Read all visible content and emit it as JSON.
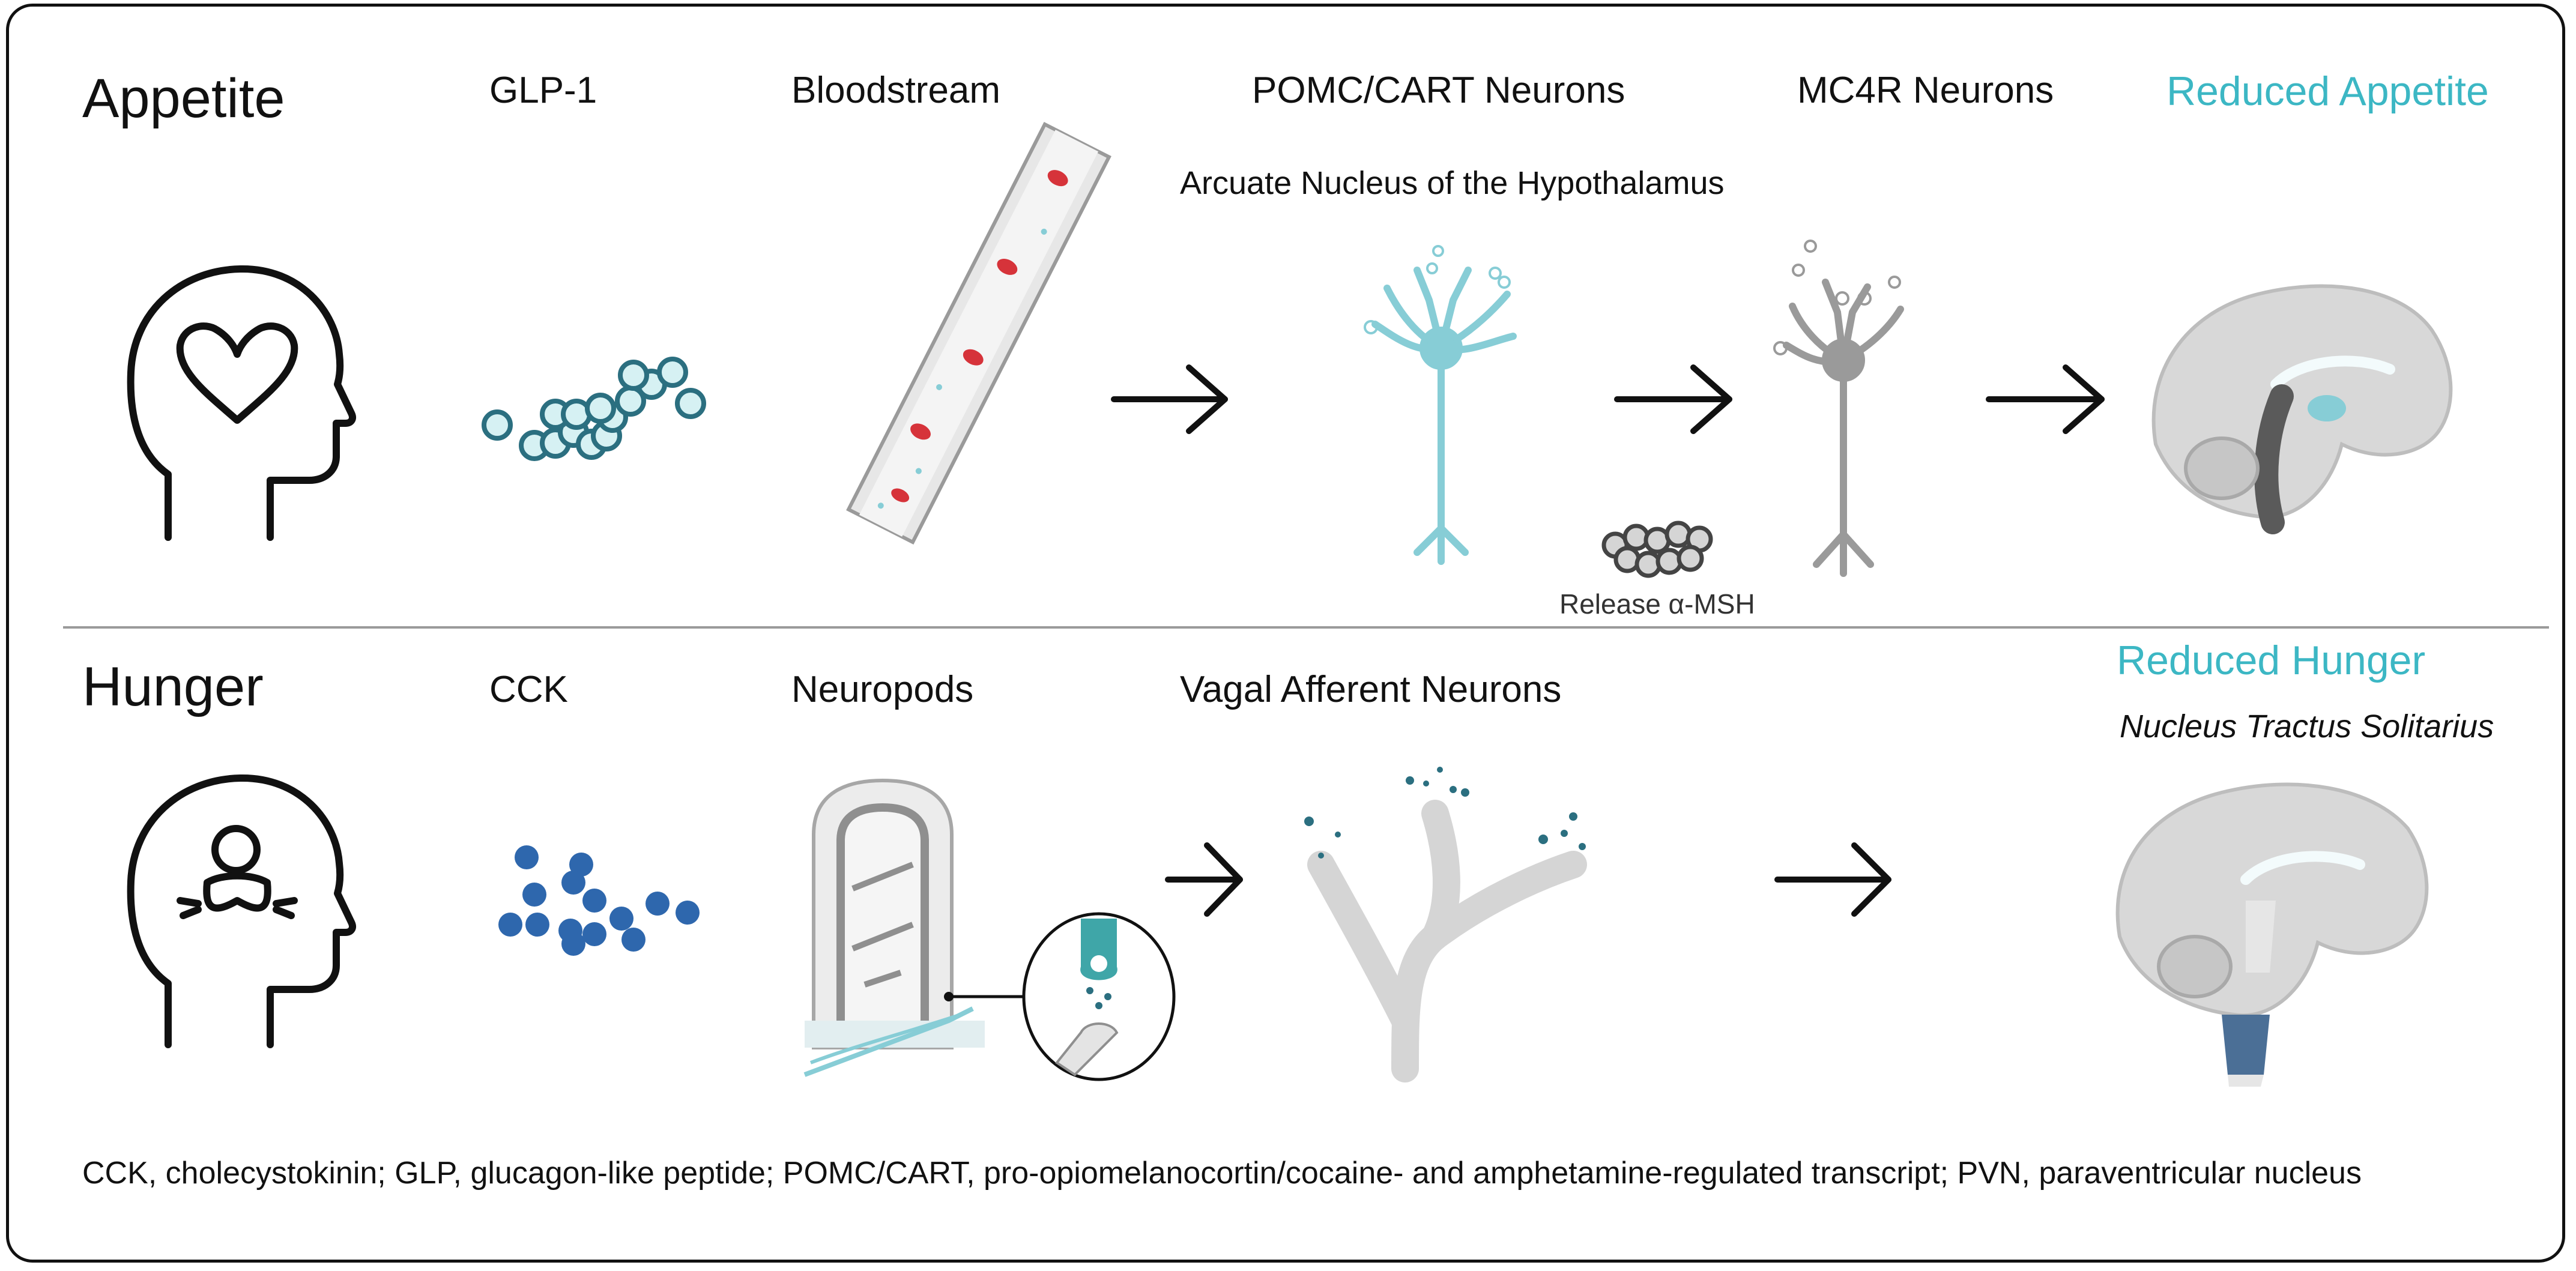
{
  "appetite": {
    "title": "Appetite",
    "labels": [
      "GLP-1",
      "Bloodstream",
      "POMC/CART Neurons",
      "MC4R Neurons"
    ],
    "outcome": "Reduced Appetite",
    "region": "Arcuate Nucleus of the Hypothalamus",
    "release_label": "Release α-MSH",
    "icons": [
      "head-heart-icon",
      "glp1-molecules-icon",
      "blood-vessel-icon",
      "arrow-right-icon",
      "pomc-neuron-icon",
      "msh-molecules-icon",
      "mc4r-neuron-icon",
      "brain-sagittal-icon"
    ]
  },
  "hunger": {
    "title": "Hunger",
    "labels": [
      "CCK",
      "Neuropods",
      "Vagal Afferent Neurons"
    ],
    "outcome": "Reduced Hunger",
    "region": "Nucleus Tractus Solitarius",
    "icons": [
      "head-hunger-icon",
      "cck-molecules-icon",
      "intestinal-villus-icon",
      "neuropod-zoom-icon",
      "arrow-right-icon",
      "vagal-neuron-icon",
      "brain-sagittal-icon"
    ]
  },
  "footnote": "CCK, cholecystokinin; GLP, glucagon-like peptide; POMC/CART, pro-opiomelanocortin/cocaine- and amphetamine-regulated transcript; PVN, paraventricular nucleus",
  "colors": {
    "accent": "#3cb7c4",
    "glp1_fill": "#d6f1f3",
    "glp1_stroke": "#2b6f80",
    "cck_fill": "#2e67ad",
    "rbc": "#d6333a",
    "neuron_teal": "#87cdd6",
    "neuron_gray": "#9a9a9a",
    "brain_gray": "#d2d2d2",
    "brainstem_dark": "#5a5a5a",
    "brainstem_blue": "#4b6f96"
  }
}
